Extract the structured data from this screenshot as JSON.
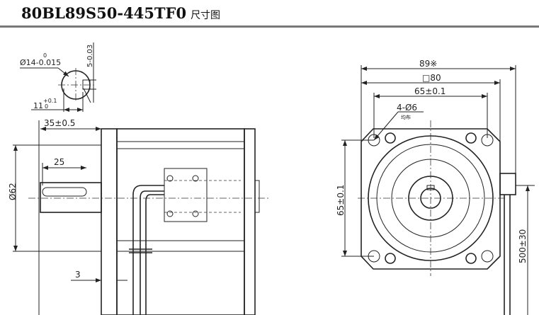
{
  "title": {
    "model": "80BL89S50-445TF0",
    "suffix": "尺寸图"
  },
  "side_view": {
    "shaft_diameter": "Ø14-0.015",
    "shaft_diameter_upper_tol": "0",
    "key_width": "5-0.03",
    "key_depth": "11",
    "key_depth_tol_upper": "+0.1",
    "key_depth_tol_lower": "0",
    "shaft_length": "35±0.5",
    "key_length": "25",
    "pilot_diameter": "Ø62",
    "pilot_height": "3"
  },
  "front_view": {
    "overall_width": "89※",
    "flange_square": "□80",
    "hole_pitch": "65±0.1",
    "hole_spec": "4-Ø6",
    "hole_note": "均布",
    "hole_pitch_vertical": "65±0.1",
    "lead_length": "500±30"
  }
}
